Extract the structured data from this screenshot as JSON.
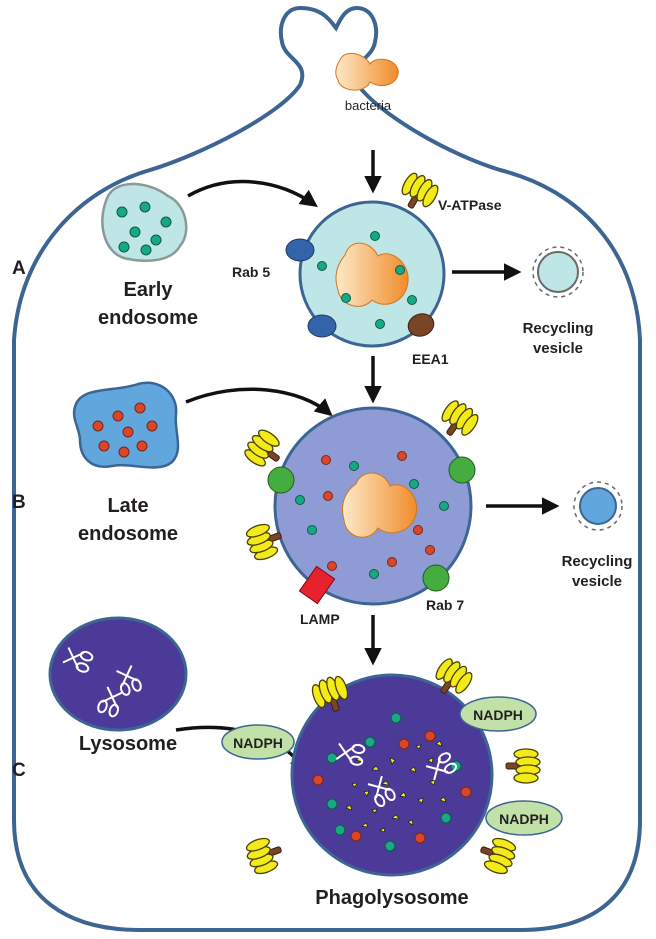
{
  "labels": {
    "bacteria": "bacteria",
    "v_atpase": "V-ATPase",
    "rab5": "Rab 5",
    "eea1": "EEA1",
    "early_endosome": [
      "Early",
      "endosome"
    ],
    "recycling_vesicle_1": [
      "Recycling",
      "vesicle"
    ],
    "late_endosome": [
      "Late",
      "endosome"
    ],
    "lamp": "LAMP",
    "rab7": "Rab 7",
    "recycling_vesicle_2": [
      "Recycling",
      "vesicle"
    ],
    "lysosome": "Lysosome",
    "nadph_left": "NADPH",
    "nadph_top_right": "NADPH",
    "nadph_right": "NADPH",
    "phagolysosome": "Phagolysosome"
  },
  "stages": [
    "A",
    "B",
    "C"
  ],
  "colors": {
    "membrane": "#3d6594",
    "early_fill": "#bfe6e6",
    "late_fill": "#8e9bd4",
    "late_endosome_fill": "#62a6de",
    "lysosome_fill": "#4b3a98",
    "phago_fill": "#4b3a98",
    "bacteria_light": "#fde3b8",
    "bacteria_dark": "#f19a3e",
    "green_dot": "#17a886",
    "red_dot": "#d9472b",
    "rab5": "#3363a8",
    "eea1": "#7a4427",
    "rab7": "#45ac3f",
    "lamp": "#e8212e",
    "v_atpase": "#f3ea1a",
    "nadph": "#c2e1a8"
  }
}
